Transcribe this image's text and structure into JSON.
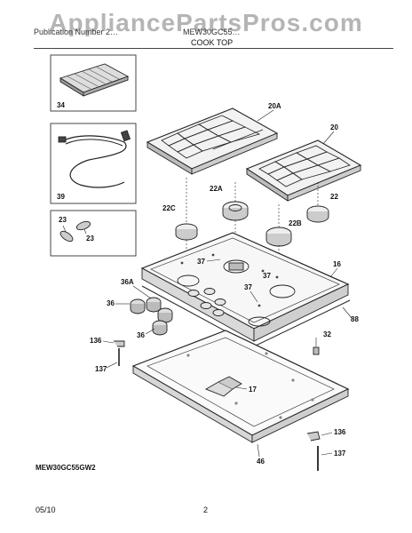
{
  "watermark": "AppliancePartsPros.com",
  "header": {
    "left_text": "Publication Number 2…",
    "mid_text": "MEW30GC55…",
    "section_title": "COOK TOP"
  },
  "model_number": "MEW30GC55GW2",
  "footer": {
    "date": "05/10",
    "page_number": "2"
  },
  "callouts": {
    "c34": "34",
    "c39": "39",
    "c23a": "23",
    "c23b": "23",
    "c20A": "20A",
    "c20": "20",
    "c22C": "22C",
    "c22A": "22A",
    "c22B": "22B",
    "c22": "22",
    "c37a": "37",
    "c37b": "37",
    "c37c": "37",
    "c16": "16",
    "c36A": "36A",
    "c36a": "36",
    "c36b": "36",
    "c88": "88",
    "c32": "32",
    "c136a": "136",
    "c137a": "137",
    "c17": "17",
    "c136b": "136",
    "c137b": "137",
    "c46": "46"
  }
}
